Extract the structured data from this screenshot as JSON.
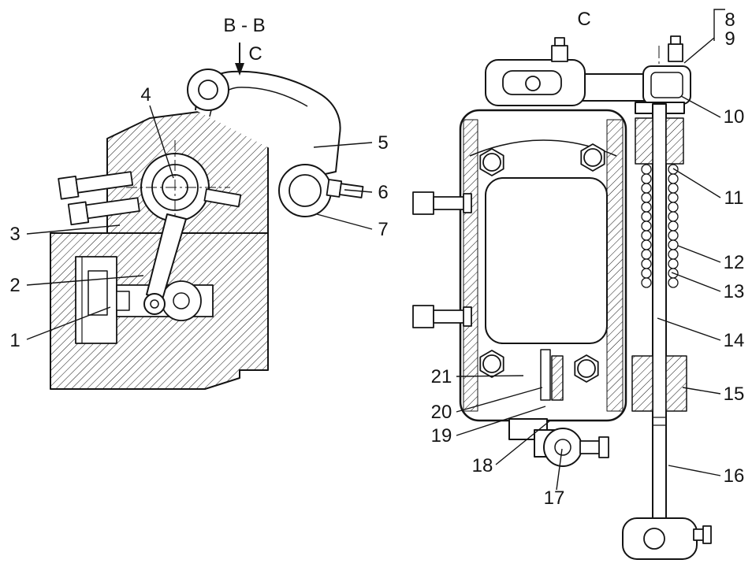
{
  "figure": {
    "background_color": "#ffffff",
    "line_color": "#141414"
  },
  "views": {
    "left": {
      "title": "B - B",
      "section_arrow_label": "C"
    },
    "right": {
      "title": "C"
    }
  },
  "callouts": {
    "1": "1",
    "2": "2",
    "3": "3",
    "4": "4",
    "5": "5",
    "6": "6",
    "7": "7",
    "8": "8",
    "9": "9",
    "10": "10",
    "11": "11",
    "12": "12",
    "13": "13",
    "14": "14",
    "15": "15",
    "16": "16",
    "17": "17",
    "18": "18",
    "19": "19",
    "20": "20",
    "21": "21"
  }
}
